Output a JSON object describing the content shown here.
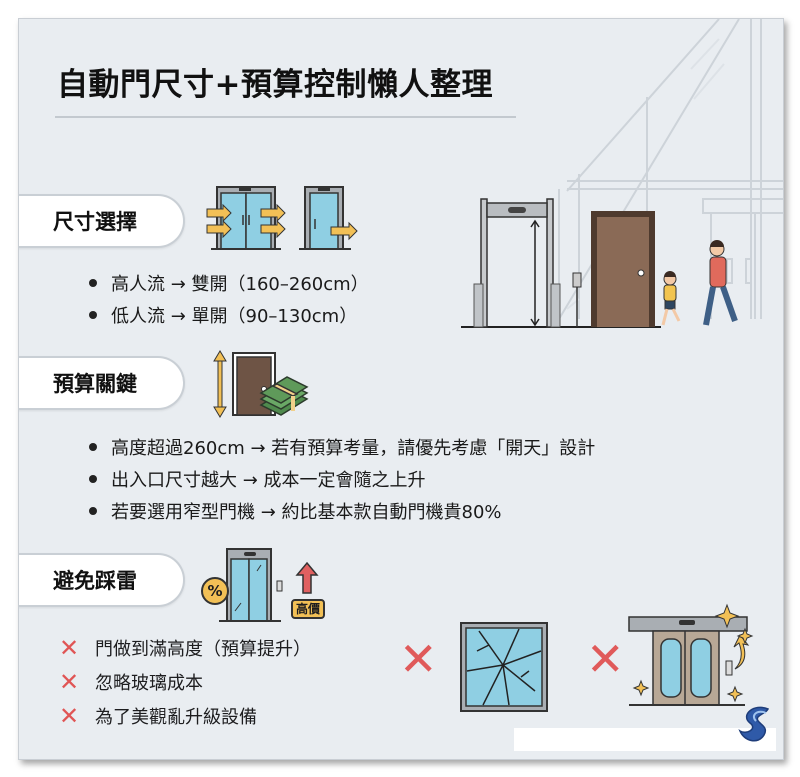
{
  "title": "自動門尺寸+預算控制懶人整理",
  "sections": [
    {
      "label": "尺寸選擇",
      "icon": "double-and-single-door-icon",
      "bullets": [
        "高人流 → 雙開（160–260cm）",
        "低人流 → 單開（90–130cm）"
      ]
    },
    {
      "label": "預算關鍵",
      "icon": "door-height-money-icon",
      "bullets": [
        "高度超過260cm → 若有預算考量，請優先考慮「開天」設計",
        "出入口尺寸越大 → 成本一定會隨之上升",
        "若要選用窄型門機 → 約比基本款自動門機貴80%"
      ]
    },
    {
      "label": "避免踩雷",
      "icon": "expensive-door-icon",
      "badge": "高價",
      "percent_symbol": "%",
      "warnings": [
        "門做到滿高度（預算提升）",
        "忽略玻璃成本",
        "為了美觀亂升級設備"
      ],
      "x_symbol": "✕"
    }
  ],
  "colors": {
    "card_bg": "#e9edf1",
    "glass": "#8fcfe3",
    "arrow": "#f2c056",
    "warning_red": "#e05555",
    "door_brown": "#7a5a45",
    "money_green": "#5f9a5a"
  }
}
